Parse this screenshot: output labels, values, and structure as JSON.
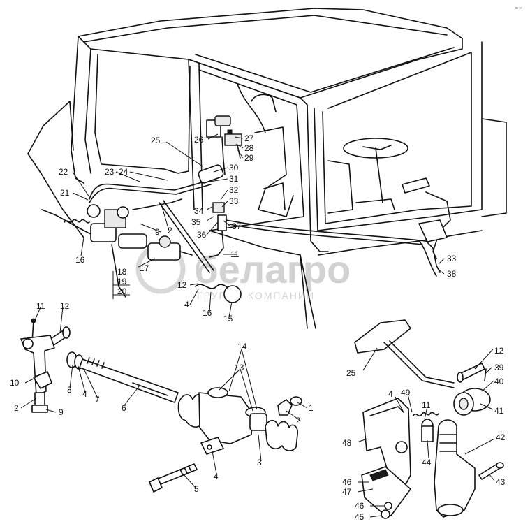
{
  "watermark": {
    "brand": "белагро",
    "tagline": "ГРУППА КОМПАНИЙ"
  },
  "corner_mark": "ᵦᵦ ₓₓₓ",
  "callouts": [
    {
      "id": "c22",
      "text": "22"
    },
    {
      "id": "c21",
      "text": "21"
    },
    {
      "id": "c23",
      "text": "23"
    },
    {
      "id": "c24",
      "text": "24"
    },
    {
      "id": "c25",
      "text": "25"
    },
    {
      "id": "c26",
      "text": "26"
    },
    {
      "id": "c27",
      "text": "27"
    },
    {
      "id": "c28",
      "text": "28"
    },
    {
      "id": "c29",
      "text": "29"
    },
    {
      "id": "c30",
      "text": "30"
    },
    {
      "id": "c31",
      "text": "31"
    },
    {
      "id": "c32",
      "text": "32"
    },
    {
      "id": "c33a",
      "text": "33"
    },
    {
      "id": "c34",
      "text": "34"
    },
    {
      "id": "c35",
      "text": "35"
    },
    {
      "id": "c36",
      "text": "36"
    },
    {
      "id": "c37",
      "text": "37"
    },
    {
      "id": "c9a",
      "text": "9"
    },
    {
      "id": "c2a",
      "text": "2"
    },
    {
      "id": "c16a",
      "text": "16"
    },
    {
      "id": "c17",
      "text": "17"
    },
    {
      "id": "c18",
      "text": "18"
    },
    {
      "id": "c19",
      "text": "19"
    },
    {
      "id": "c20",
      "text": "20"
    },
    {
      "id": "c11a",
      "text": "11"
    },
    {
      "id": "c12a",
      "text": "12"
    },
    {
      "id": "c4a",
      "text": "4"
    },
    {
      "id": "c16b",
      "text": "16"
    },
    {
      "id": "c15",
      "text": "15"
    },
    {
      "id": "c33b",
      "text": "33"
    },
    {
      "id": "c38",
      "text": "38"
    },
    {
      "id": "c11b",
      "text": "11"
    },
    {
      "id": "c12b",
      "text": "12"
    },
    {
      "id": "c10",
      "text": "10"
    },
    {
      "id": "c8",
      "text": "8"
    },
    {
      "id": "c4b",
      "text": "4"
    },
    {
      "id": "c7",
      "text": "7"
    },
    {
      "id": "c6",
      "text": "6"
    },
    {
      "id": "c2b",
      "text": "2"
    },
    {
      "id": "c9b",
      "text": "9"
    },
    {
      "id": "c14",
      "text": "14"
    },
    {
      "id": "c13",
      "text": "13"
    },
    {
      "id": "c1",
      "text": "1"
    },
    {
      "id": "c2c",
      "text": "2"
    },
    {
      "id": "c3",
      "text": "3"
    },
    {
      "id": "c4c",
      "text": "4"
    },
    {
      "id": "c5",
      "text": "5"
    },
    {
      "id": "c12c",
      "text": "12"
    },
    {
      "id": "c39",
      "text": "39"
    },
    {
      "id": "c40",
      "text": "40"
    },
    {
      "id": "c41",
      "text": "41"
    },
    {
      "id": "c25b",
      "text": "25"
    },
    {
      "id": "c4d",
      "text": "4"
    },
    {
      "id": "c49",
      "text": "49"
    },
    {
      "id": "c11c",
      "text": "11"
    },
    {
      "id": "c48",
      "text": "48"
    },
    {
      "id": "c42",
      "text": "42"
    },
    {
      "id": "c44",
      "text": "44"
    },
    {
      "id": "c43",
      "text": "43"
    },
    {
      "id": "c46a",
      "text": "46"
    },
    {
      "id": "c47",
      "text": "47"
    },
    {
      "id": "c46b",
      "text": "46"
    },
    {
      "id": "c45",
      "text": "45"
    }
  ]
}
